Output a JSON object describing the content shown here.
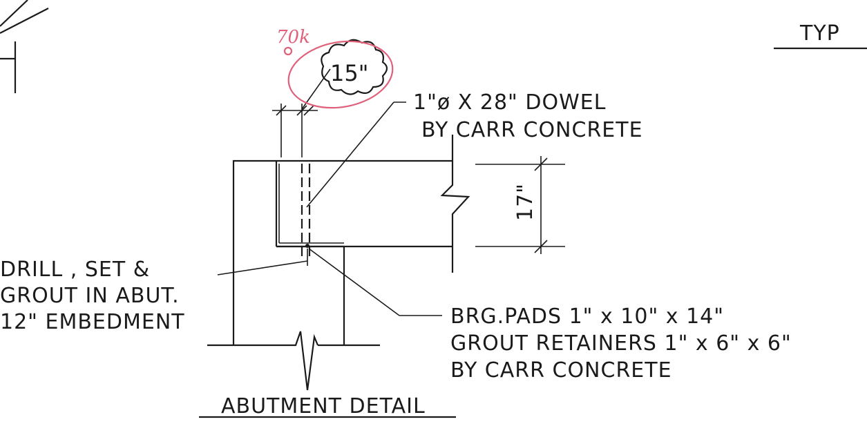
{
  "drawing": {
    "corner_heading": "TYP",
    "title": "ABUTMENT DETAIL",
    "dowel_note": {
      "line1": "1\"ø X 28\" DOWEL",
      "line2": "BY CARR CONCRETE"
    },
    "grout_note": {
      "line1": "DRILL , SET &",
      "line2": "GROUT IN ABUT.",
      "line3": "12\" EMBEDMENT"
    },
    "pads_note": {
      "line1": "BRG.PADS 1\" x 10\" x 14\"",
      "line2": "GROUT RETAINERS 1\" x 6\" x 6\"",
      "line3": "BY CARR CONCRETE"
    },
    "dimensions": {
      "cloud_callout": "15\"",
      "depth": "17\""
    },
    "markup": {
      "handwritten_note": "70k",
      "color": "#e0607a"
    }
  }
}
